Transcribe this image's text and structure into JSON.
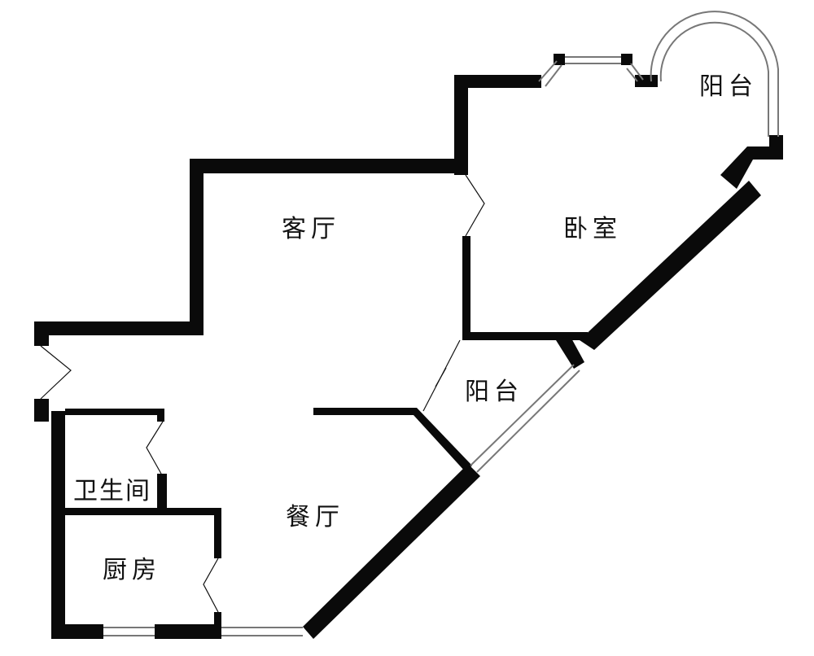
{
  "title": "Floor plan",
  "colors": {
    "wall": "#0a0a0a",
    "window": "#8a8a8a",
    "background": "#ffffff"
  },
  "rooms": {
    "living_room": "客厅",
    "bedroom": "卧室",
    "balcony_top": "阳台",
    "balcony_middle": "阳台",
    "bathroom": "卫生间",
    "dining_room": "餐厅",
    "kitchen": "厨房"
  }
}
